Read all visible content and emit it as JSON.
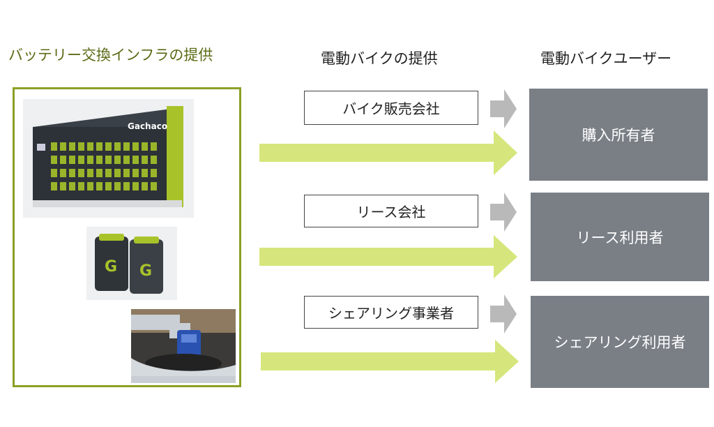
{
  "headings": {
    "infrastructure": "バッテリー交換インフラの提供",
    "ebike_provision": "電動バイクの提供",
    "ebike_users": "電動バイクユーザー"
  },
  "providers": [
    {
      "label": "バイク販売会社"
    },
    {
      "label": "リース会社"
    },
    {
      "label": "シェアリング事業者"
    }
  ],
  "users": [
    {
      "label": "購入所有者"
    },
    {
      "label": "リース利用者"
    },
    {
      "label": "シェアリング利用者"
    }
  ],
  "images": {
    "station_brand": "Gachaco",
    "battery_logo": "G"
  },
  "colors": {
    "green_arrow": "#d6e67c",
    "gray_arrow": "#b9b9b9",
    "panel_border": "#8aa025",
    "user_box": "#7a7f86"
  }
}
